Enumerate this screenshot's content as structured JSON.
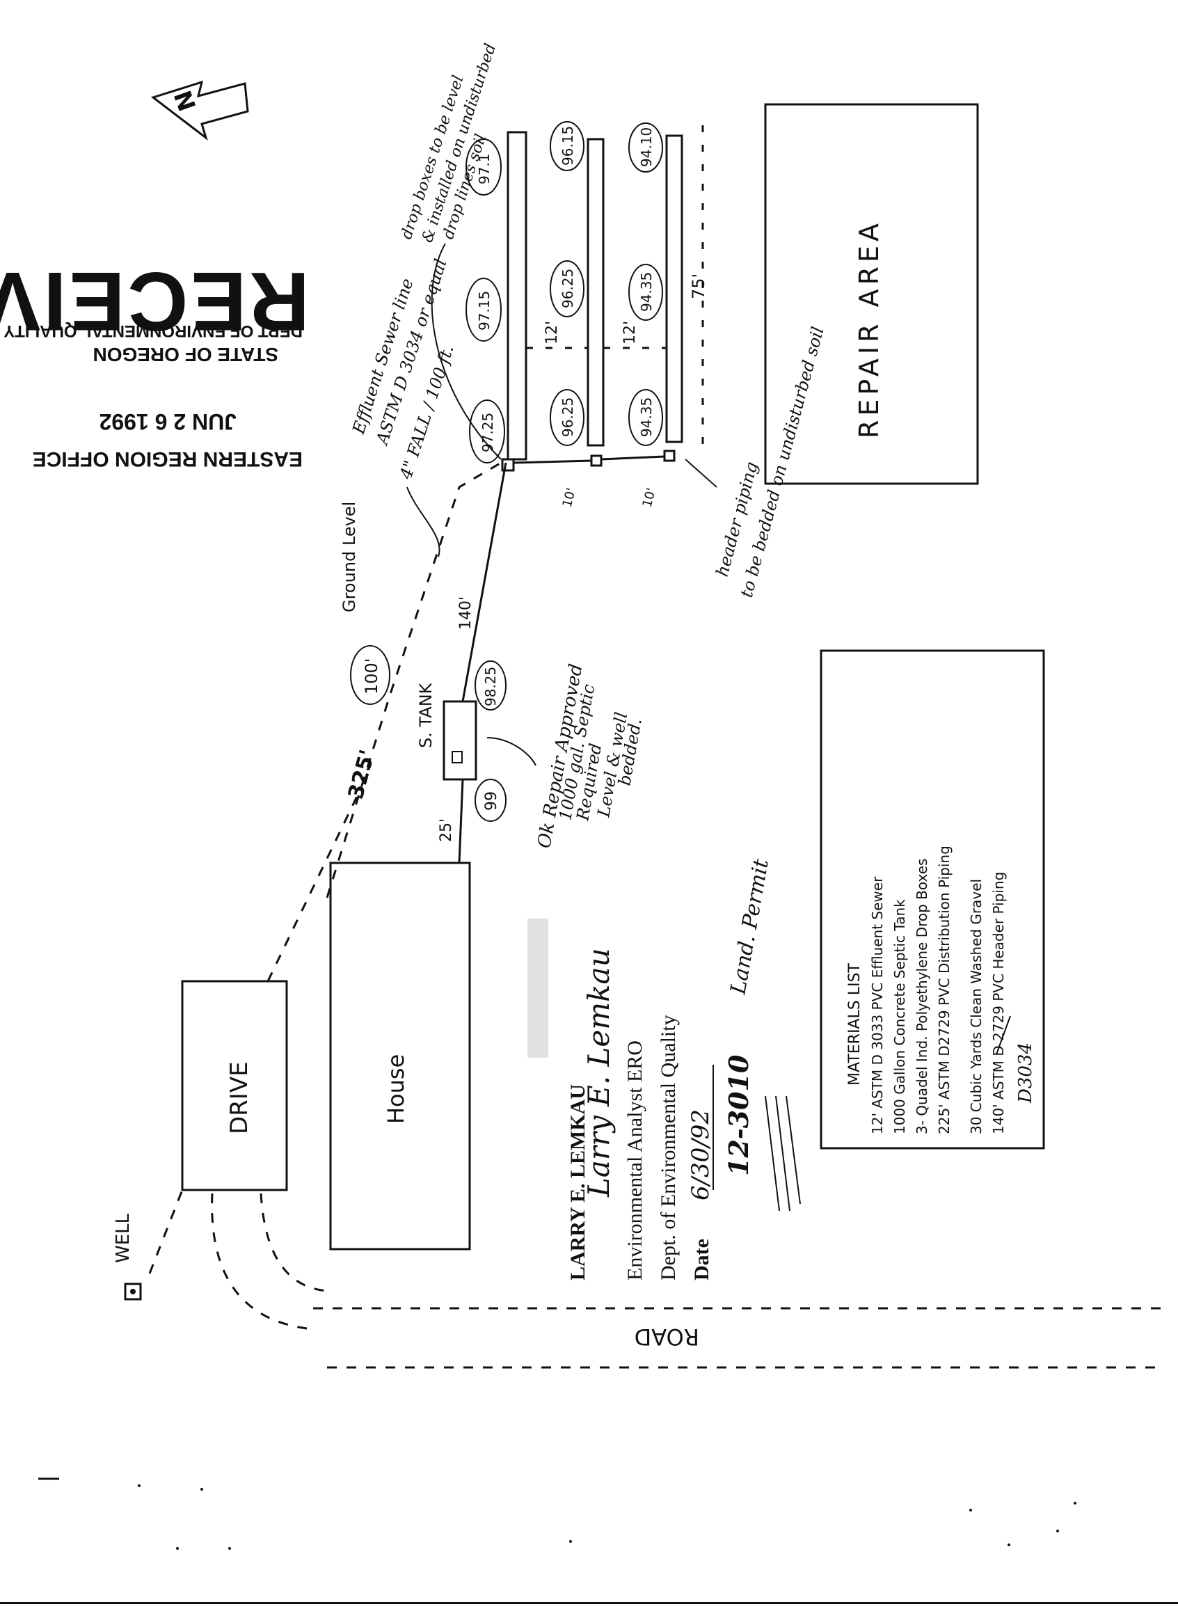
{
  "stamp": {
    "received": "RECEIVED",
    "agency_line1": "STATE OF OREGON",
    "agency_line2": "DEPT OF ENVIRONMENTAL QUALITY",
    "date": "JUN 2 6 1992",
    "office": "EASTERN REGION OFFICE"
  },
  "approval": {
    "name": "LARRY E. LEMKAU",
    "signature": "Larry E. Lemkau",
    "title": "Environmental Analyst ERO",
    "dept": "Dept. of Environmental Quality",
    "date_label": "Date",
    "date_value": "6/30/92",
    "permit_no": "12-3010",
    "permit_note": "Land. Permit"
  },
  "labels": {
    "north": "N",
    "well": "WELL",
    "drive": "DRIVE",
    "house": "House",
    "road": "ROAD",
    "repair_area": "REPAIR AREA",
    "septic_tank": "S. TANK",
    "ground_level_value": "100'",
    "ground_level": "Ground Level"
  },
  "dimensions": {
    "d325": "325'",
    "d25": "25'",
    "d140": "140'",
    "d75": "75'",
    "d12a": "12'",
    "d12b": "12'",
    "d10a": "10'",
    "d10b": "10'"
  },
  "elevations": {
    "tank_out": "99",
    "tank_in": "98.25",
    "t1_a": "97.25",
    "t1_b": "97.15",
    "t1_c": "97.1",
    "t2_a": "96.25",
    "t2_b": "96.25",
    "t2_c": "96.15",
    "t3_a": "94.35",
    "t3_b": "94.35",
    "t3_c": "94.10"
  },
  "notes": {
    "effluent_line1": "Effluent Sewer line",
    "effluent_line2": "ASTM D 3034 or equal",
    "effluent_line3": "4\" FALL / 100 ft.",
    "drop_line1": "drop boxes to be level",
    "drop_line2": "& installed on undisturbed",
    "drop_line3": "drop lines soil",
    "header_line1": "header piping",
    "header_line2": "to be bedded on undisturbed soil",
    "site_line1": "Ok Repair Approved",
    "site_line2": "1000 gal. Septic",
    "site_line3": "Required",
    "site_line4": "Level & well",
    "site_line5": "bedded."
  },
  "materials": {
    "title": "MATERIALS LIST",
    "items": [
      "12' ASTM D 3033 PVC Effluent Sewer",
      "1000 Gallon Concrete Septic Tank",
      "3- Quadel Ind. Polyethylene Drop Boxes",
      "225' ASTM D2729 PVC Distribution Piping",
      "30 Cubic Yards Clean Washed Gravel",
      "140' ASTM D 2729 PVC Header Piping"
    ],
    "correction": "D3034"
  }
}
